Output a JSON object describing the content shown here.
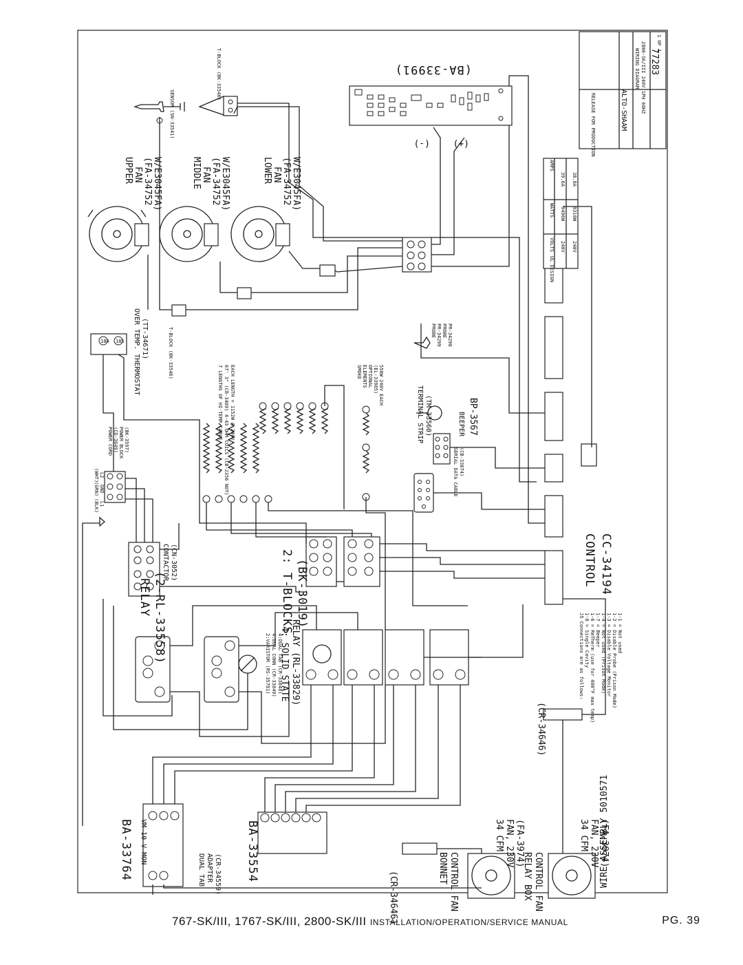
{
  "components": {
    "sensor": "SENSOR (SN-33541)",
    "tblock_top": "T-BLOCK (BK-33546)",
    "board": "(BA-33991)",
    "minus": "(-)",
    "plus": "(+)",
    "upper_fan": [
      "UPPER",
      "FAN",
      "(FA-34752",
      "W/E3045FA)"
    ],
    "middle_fan": [
      "MIDDLE",
      "FAN",
      "(FA-34752",
      "W/E3045FA)"
    ],
    "lower_fan": [
      "LOWER",
      "FAN",
      "(FA-34752",
      "W/E3045FA)"
    ],
    "thermostat": [
      "OVER TEMP. THERMOSTAT",
      "(TT-34671)"
    ],
    "tblock_mid": "T-BLOCK (BK-33546)",
    "heater_cable": [
      "7 LENGTHS OF HI-TEMP CABLE",
      "67' 3\" (CB-3409) 4-43 OHM COILS (CB-2356 NOT)",
      "EACH LENGTH = 1152W @ 240V"
    ],
    "smoke_elements": [
      "SMOKE",
      "ELEMENTS",
      "OPTIONAL",
      "(EL-33985)",
      "550W 240V EACH"
    ],
    "terminal_strip": [
      "TERMINAL STRIP",
      "(TM-33560)"
    ],
    "beeper": [
      "BEEPER",
      "BP-3567"
    ],
    "probe": [
      "PROBE",
      "PR-34299",
      "PROBE",
      "PR-34298"
    ],
    "power_cord": [
      "POWER CORD",
      "(CD-3649)",
      "POWER BLOCK",
      "(BK-3597)"
    ],
    "line_labels": [
      "(WHT)",
      "L2",
      "(GRN)",
      "GND",
      "(BLK)",
      "L1"
    ],
    "contactor": [
      "CONTACTOR",
      "(CN-3052)"
    ],
    "t_blocks": [
      "2: T-BLOCKS",
      "(BK-3019)"
    ],
    "serial_cable": [
      "SERIAL DATA CABLE",
      "(CB-33874)"
    ],
    "control": [
      "CONTROL",
      "CC-34194"
    ],
    "relay": [
      "RELAY",
      "(2-RL-33558)"
    ],
    "varistor": [
      "2:VARISTOR (RS-35781)",
      "4:DUAL CONN (CR-33849)",
      "4:DUAL TAB (CR-33848)"
    ],
    "solid_state": [
      "4: SOLID STATE",
      "RELAY (RL-33829)"
    ],
    "j5_notes": [
      "J5 Connections are as follows:",
      "1-8 = Single Cavity",
      "1-6 = ReTherm (use for 400°F max temp)",
      "1-7 = Beeper",
      "1-4 = Not used (Prison Mode)",
      "1-3 = Disable Voltage Monitor",
      "1-2 = Disable Probe (Prison Mode)",
      "1-1 = Not used"
    ],
    "ba_33764": [
      "BA-33764",
      "VM 10 V  MON"
    ],
    "dual_tab": [
      "DUAL TAB",
      "ADAPTER",
      "(CR-34559)"
    ],
    "ba_33554": "BA-33554",
    "cr_34646": "(CR-34646)",
    "bonnet_fan": [
      "BONNET",
      "CONTROL FAN"
    ],
    "fan_spec": [
      "34 CFM",
      "FAN, 230V",
      "(FA-3974)"
    ],
    "relay_box_fan": [
      "RELAY BOX",
      "CONTROL FAN"
    ],
    "wire_assembly": "WIRE ASSEMBLY 5010571",
    "ratings_header": [
      "UL DESIGN",
      "VOLTS",
      "WATTS",
      "AMPS"
    ],
    "ratings_rows": [
      [
        "240V",
        "9496W",
        "39.6A"
      ],
      [
        "240V",
        "9310W",
        "38.8A"
      ]
    ],
    "title_block": [
      "ALTO-SHAAM",
      "WIRING DIAGRAM",
      "2800-SK/III 240V 1PH 60HZ",
      "77283",
      "1 OF 1",
      "RELEASE FOR PRODUCTION"
    ]
  },
  "footer": {
    "models": "767-SK/III, 1767-SK/III, 2800-SK/III",
    "manual": "INSTALLATION/OPERATION/SERVICE MANUAL",
    "page": "PG. 39"
  }
}
